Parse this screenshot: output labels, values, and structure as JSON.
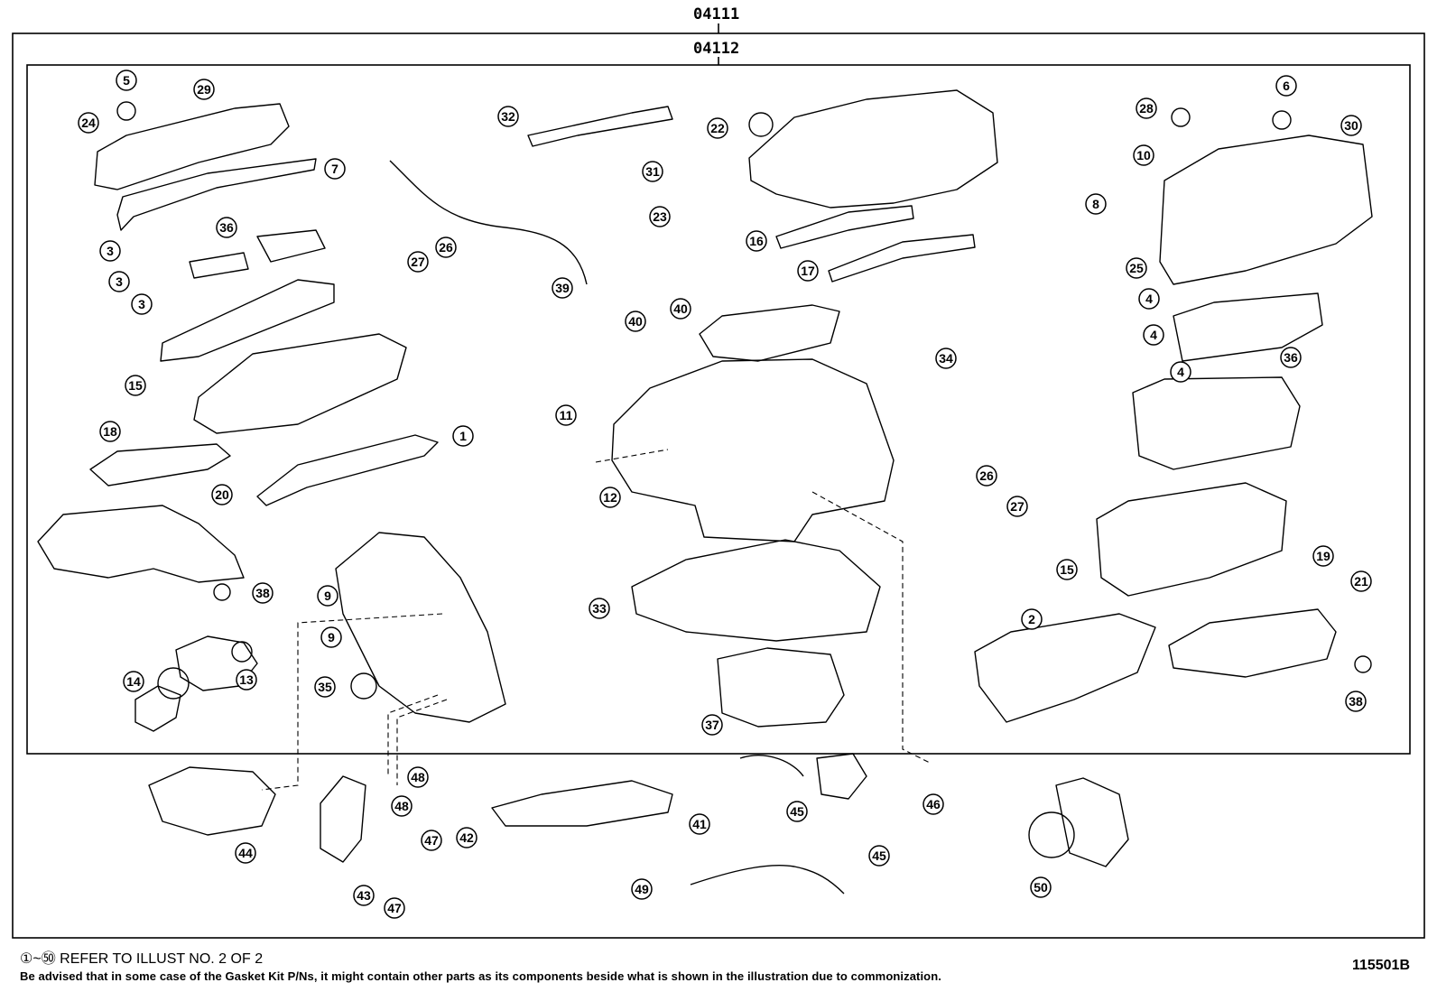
{
  "header": {
    "outer_code": "04111",
    "inner_code": "04112"
  },
  "footer": {
    "ref_note": "①~㊿ REFER TO ILLUST NO. 2 OF 2",
    "disclaimer": "Be advised that in some case of the Gasket Kit P/Ns,  it might contain other parts as its components beside what is shown in the illustration due to commonization.",
    "drawing_code": "115501B"
  },
  "parts": [
    {
      "id": "p1",
      "n": "1"
    },
    {
      "id": "p2",
      "n": "2"
    },
    {
      "id": "p3a",
      "n": "3"
    },
    {
      "id": "p3b",
      "n": "3"
    },
    {
      "id": "p3c",
      "n": "3"
    },
    {
      "id": "p4a",
      "n": "4"
    },
    {
      "id": "p4b",
      "n": "4"
    },
    {
      "id": "p4c",
      "n": "4"
    },
    {
      "id": "p5",
      "n": "5"
    },
    {
      "id": "p6",
      "n": "6"
    },
    {
      "id": "p7",
      "n": "7"
    },
    {
      "id": "p8",
      "n": "8"
    },
    {
      "id": "p9a",
      "n": "9"
    },
    {
      "id": "p9b",
      "n": "9"
    },
    {
      "id": "p10",
      "n": "10"
    },
    {
      "id": "p11",
      "n": "11"
    },
    {
      "id": "p12",
      "n": "12"
    },
    {
      "id": "p13",
      "n": "13"
    },
    {
      "id": "p14",
      "n": "14"
    },
    {
      "id": "p15a",
      "n": "15"
    },
    {
      "id": "p15b",
      "n": "15"
    },
    {
      "id": "p16",
      "n": "16"
    },
    {
      "id": "p17",
      "n": "17"
    },
    {
      "id": "p18",
      "n": "18"
    },
    {
      "id": "p19",
      "n": "19"
    },
    {
      "id": "p20",
      "n": "20"
    },
    {
      "id": "p21",
      "n": "21"
    },
    {
      "id": "p22",
      "n": "22"
    },
    {
      "id": "p23",
      "n": "23"
    },
    {
      "id": "p24",
      "n": "24"
    },
    {
      "id": "p25",
      "n": "25"
    },
    {
      "id": "p26a",
      "n": "26"
    },
    {
      "id": "p26b",
      "n": "26"
    },
    {
      "id": "p27a",
      "n": "27"
    },
    {
      "id": "p27b",
      "n": "27"
    },
    {
      "id": "p28",
      "n": "28"
    },
    {
      "id": "p29",
      "n": "29"
    },
    {
      "id": "p30",
      "n": "30"
    },
    {
      "id": "p31",
      "n": "31"
    },
    {
      "id": "p32",
      "n": "32"
    },
    {
      "id": "p33",
      "n": "33"
    },
    {
      "id": "p34",
      "n": "34"
    },
    {
      "id": "p35",
      "n": "35"
    },
    {
      "id": "p36a",
      "n": "36"
    },
    {
      "id": "p36b",
      "n": "36"
    },
    {
      "id": "p37",
      "n": "37"
    },
    {
      "id": "p38a",
      "n": "38"
    },
    {
      "id": "p38b",
      "n": "38"
    },
    {
      "id": "p39",
      "n": "39"
    },
    {
      "id": "p40a",
      "n": "40"
    },
    {
      "id": "p40b",
      "n": "40"
    },
    {
      "id": "p41",
      "n": "41"
    },
    {
      "id": "p42",
      "n": "42"
    },
    {
      "id": "p43",
      "n": "43"
    },
    {
      "id": "p44",
      "n": "44"
    },
    {
      "id": "p45a",
      "n": "45"
    },
    {
      "id": "p45b",
      "n": "45"
    },
    {
      "id": "p46",
      "n": "46"
    },
    {
      "id": "p47a",
      "n": "47"
    },
    {
      "id": "p47b",
      "n": "47"
    },
    {
      "id": "p48a",
      "n": "48"
    },
    {
      "id": "p48b",
      "n": "48"
    },
    {
      "id": "p49",
      "n": "49"
    },
    {
      "id": "p50",
      "n": "50"
    }
  ]
}
